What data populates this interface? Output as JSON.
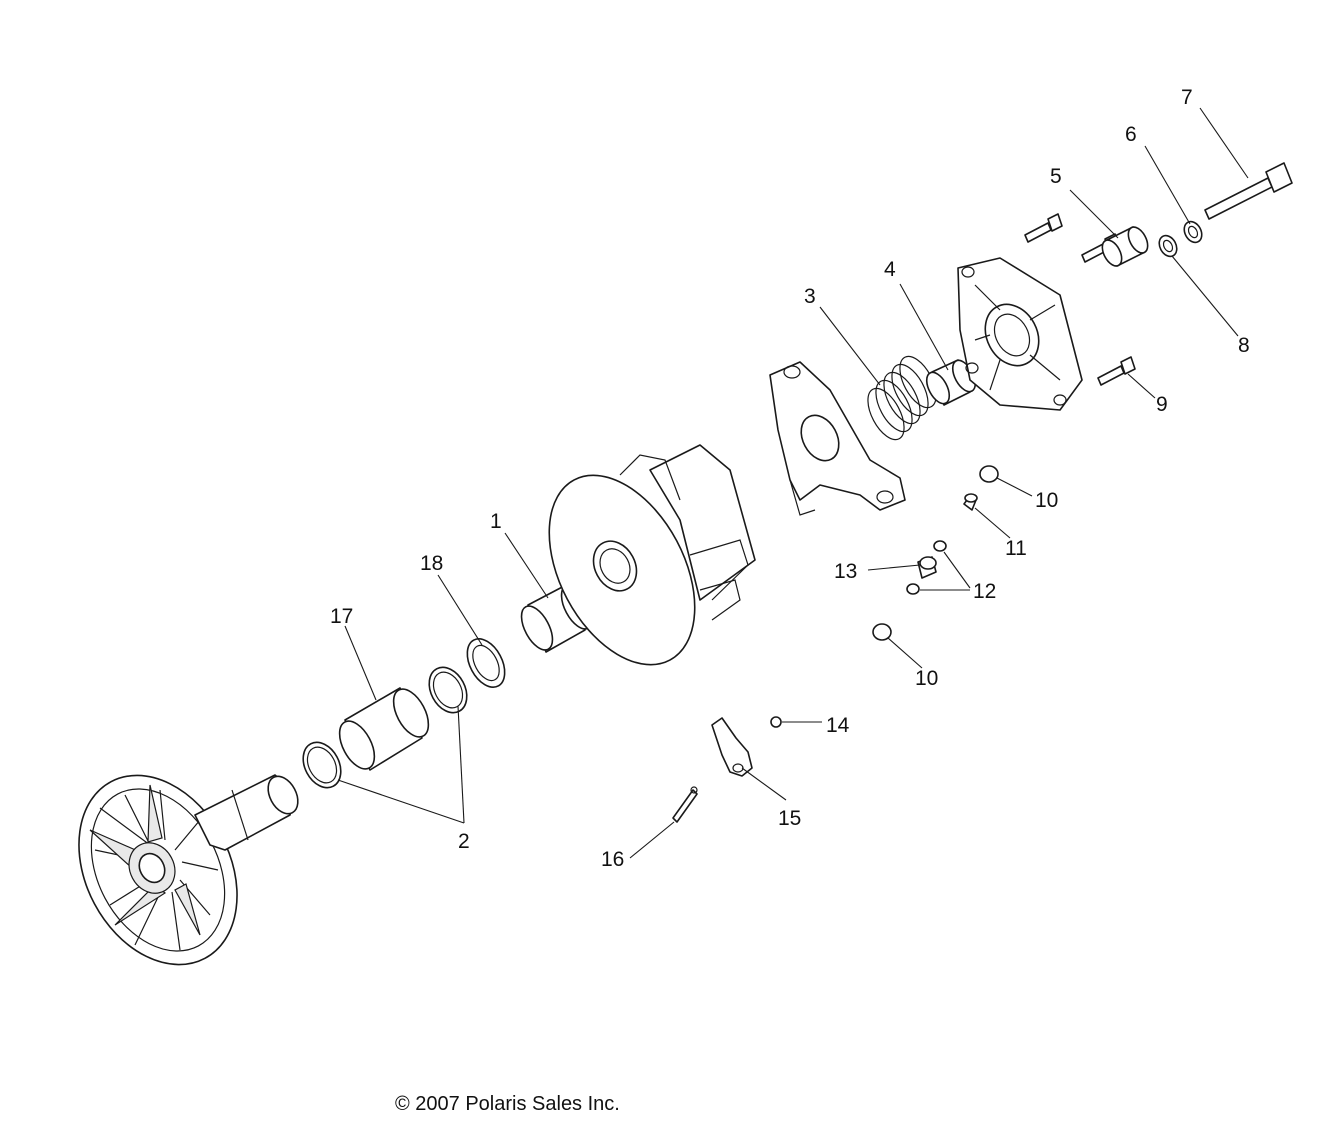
{
  "callouts": {
    "c1": "1",
    "c2": "2",
    "c3": "3",
    "c4": "4",
    "c5": "5",
    "c6": "6",
    "c7": "7",
    "c8": "8",
    "c9": "9",
    "c10a": "10",
    "c10b": "10",
    "c11": "11",
    "c12": "12",
    "c13": "13",
    "c14": "14",
    "c15": "15",
    "c16": "16",
    "c17": "17",
    "c18": "18"
  },
  "footer": {
    "copyright": "© 2007 Polaris Sales Inc."
  }
}
